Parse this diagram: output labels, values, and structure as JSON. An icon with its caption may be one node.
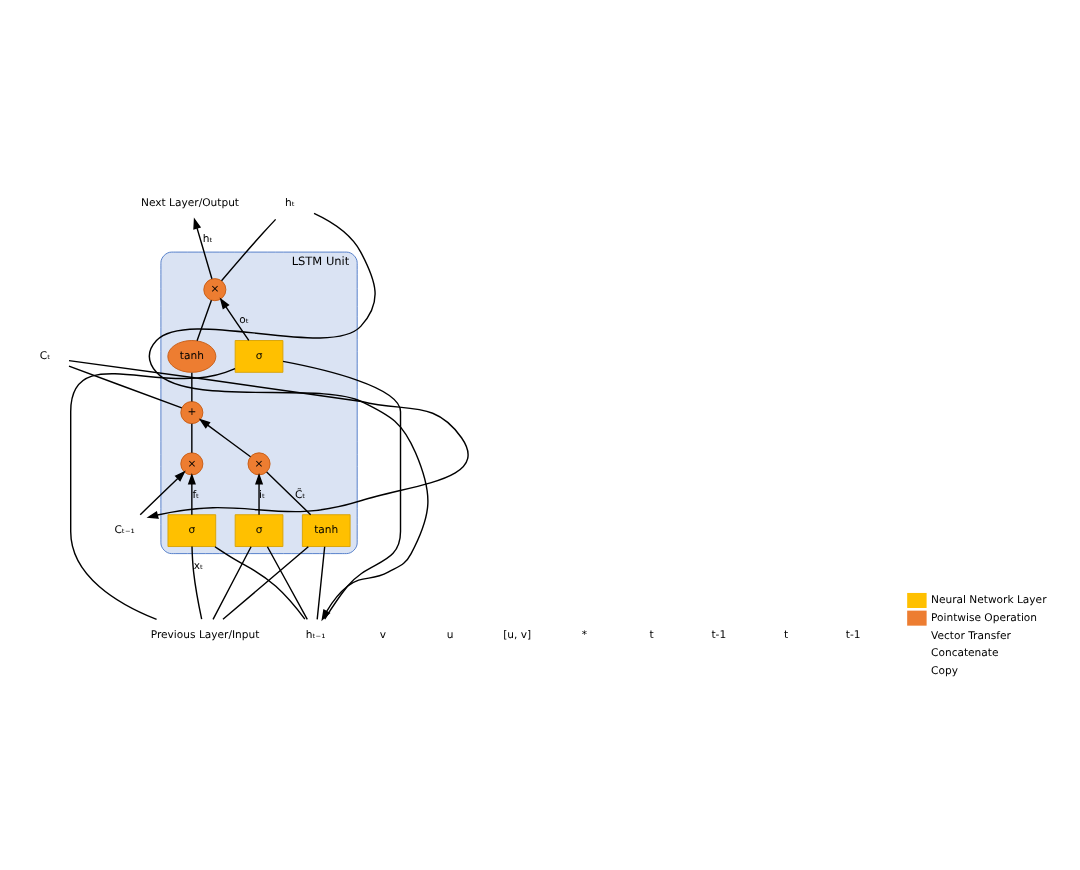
{
  "diagram": {
    "nodes": [
      {
        "text": [
          "LSTM Unit"
        ]
      },
      {
        "text": [
          "×"
        ],
        "in": 0
      },
      {
        "text": [
          "+"
        ],
        "in": 0
      },
      {
        "text": [
          "tanh"
        ],
        "in": 0
      },
      {
        "text": [
          "×"
        ],
        "in": 0
      },
      {
        "text": [
          "×"
        ],
        "in": 0
      },
      {
        "text": [
          "σ"
        ],
        "in": 0
      },
      {
        "text": [
          "σ"
        ],
        "in": 0
      },
      {
        "text": [
          "tanh"
        ],
        "in": 0
      },
      {
        "text": [
          "σ"
        ],
        "in": 0
      },
      {
        "text": [
          "Cₜ₋₁"
        ]
      },
      {
        "text": [
          "hₜ₋₁"
        ]
      },
      {
        "text": [
          "Previous Layer/Input"
        ]
      },
      {
        "text": [
          "Next Layer/Output"
        ]
      },
      {
        "text": [
          "Cₜ"
        ]
      },
      {
        "text": [
          "hₜ"
        ]
      }
    ],
    "edges": [
      {
        "from": 10,
        "to": 1,
        "arrow": "to"
      },
      {
        "from": 1,
        "to": 2,
        "arrow": "none"
      },
      {
        "from": 2,
        "to": 14,
        "arrow": "none"
      },
      {
        "from": 2,
        "to": 3,
        "arrow": "none"
      },
      {
        "from": 3,
        "to": 5,
        "arrow": "none"
      },
      {
        "from": 14,
        "to": 10,
        "arrow": "to"
      },
      {
        "from": 8,
        "to": 4,
        "arrow": "none",
        "label": "C̃ₜ"
      },
      {
        "from": 7,
        "to": 4,
        "arrow": "to",
        "label": "iₜ"
      },
      {
        "from": 4,
        "to": 2,
        "arrow": "to"
      },
      {
        "from": 6,
        "to": 1,
        "arrow": "to",
        "label": "fₜ"
      },
      {
        "from": 9,
        "to": 5,
        "arrow": "to",
        "label": "oₜ"
      },
      {
        "from": 11,
        "to": 6,
        "arrow": "none"
      },
      {
        "from": 11,
        "to": 7,
        "arrow": "none"
      },
      {
        "from": 11,
        "to": 8,
        "arrow": "none"
      },
      {
        "from": 11,
        "to": 9,
        "arrow": "none"
      },
      {
        "from": 12,
        "to": 6,
        "arrow": "none",
        "label": "xₜ"
      },
      {
        "from": 12,
        "to": 7,
        "arrow": "none"
      },
      {
        "from": 12,
        "to": 8,
        "arrow": "none"
      },
      {
        "from": 12,
        "to": 9,
        "arrow": "none"
      },
      {
        "from": 5,
        "to": 15,
        "arrow": "none"
      },
      {
        "from": 5,
        "to": 13,
        "arrow": "to",
        "label": "hₜ"
      },
      {
        "from": 15,
        "to": 11,
        "arrow": "to"
      }
    ],
    "labels": [
      "t-1",
      "t",
      "t-1",
      "t",
      "*",
      "[u, v]",
      "u",
      "v"
    ],
    "legend": [
      {
        "text": "Neural Network Layer",
        "color": "#ffc000"
      },
      {
        "text": "Pointwise Operation",
        "color": "#ed7d31"
      },
      {
        "text": "Vector Transfer"
      },
      {
        "text": "Concatenate"
      },
      {
        "text": "Copy"
      }
    ]
  }
}
